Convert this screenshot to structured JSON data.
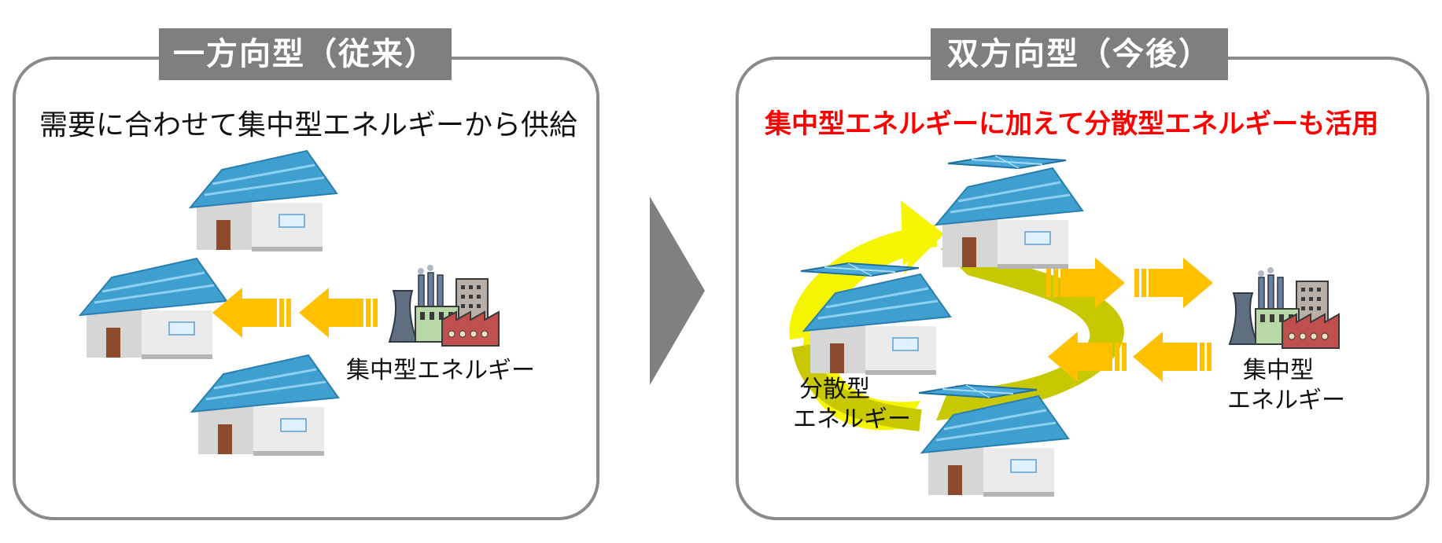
{
  "left": {
    "tab_title": "一方向型（従来）",
    "subtitle": "需要に合わせて集中型エネルギーから供給",
    "central_label": "集中型エネルギー"
  },
  "right": {
    "tab_title": "双方向型（今後）",
    "subtitle": "集中型エネルギーに加えて分散型エネルギーも活用",
    "distributed_label_line1": "分散型",
    "distributed_label_line2": "エネルギー",
    "central_label_line1": "集中型",
    "central_label_line2": "エネルギー"
  },
  "colors": {
    "frame": "#8a8a8a",
    "tab": "#7f7f7f",
    "arrow_orange": "#ffc000",
    "ring_yellow": "#f5f500",
    "ring_olive": "#c8c800",
    "emphasis_red": "#ff0000",
    "roof_blue": "#3fa0d0",
    "transition_arrow": "#808080"
  },
  "icons": [
    "house-icon",
    "solar-panel-icon",
    "factory-icon",
    "block-arrow-icon"
  ]
}
